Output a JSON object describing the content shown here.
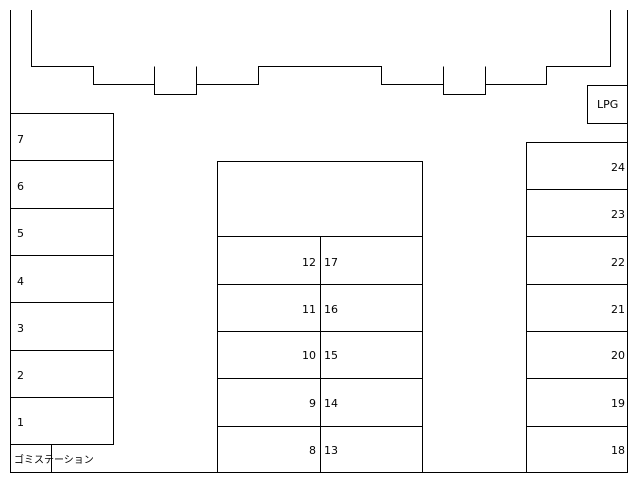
{
  "lot": {
    "left_column": [
      "7",
      "6",
      "5",
      "4",
      "3",
      "2",
      "1"
    ],
    "center_left": [
      "12",
      "11",
      "10",
      "9",
      "8"
    ],
    "center_right": [
      "17",
      "16",
      "15",
      "14",
      "13"
    ],
    "right_column": [
      "24",
      "23",
      "22",
      "21",
      "20",
      "19",
      "18"
    ],
    "lpg_label": "LPG",
    "garbage_station_label": "ゴミステーション"
  }
}
